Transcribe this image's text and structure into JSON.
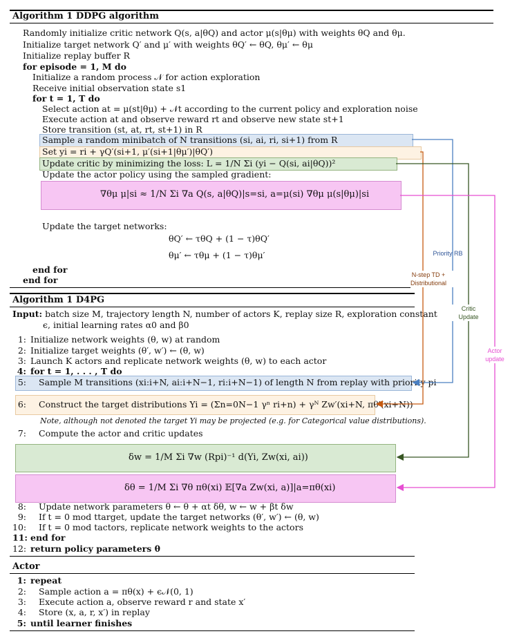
{
  "alg1": {
    "title": "Algorithm 1 DDPG algorithm",
    "lines": [
      "Randomly initialize critic network Q(s, a|θQ) and actor μ(s|θμ) with weights θQ and θμ.",
      "Initialize target network Q′ and μ′ with weights θQ′ ← θQ, θμ′ ← θμ",
      "Initialize replay buffer R",
      "for episode = 1, M do",
      "Initialize a random process 𝒩 for action exploration",
      "Receive initial observation state s1",
      "for t = 1, T do",
      "Select action at = μ(st|θμ) + 𝒩t according to the current policy and exploration noise",
      "Execute action at and observe reward rt and observe new state st+1",
      "Store transition (st, at, rt, st+1) in R",
      "Sample a random minibatch of N transitions (si, ai, ri, si+1) from R",
      "Set yi = ri + γQ′(si+1, μ′(si+1|θμ′)|θQ′)",
      "Update critic by minimizing the loss: L = 1/N Σi (yi − Q(si, ai|θQ))²",
      "Update the actor policy using the sampled gradient:",
      "∇θμ μ|si ≈ 1/N Σi ∇a Q(s, a|θQ)|s=si, a=μ(si) ∇θμ μ(s|θμ)|si",
      "Update the target networks:",
      "θQ′ ← τθQ + (1 − τ)θQ′",
      "θμ′ ← τθμ + (1 − τ)θμ′",
      "end for",
      "end for"
    ]
  },
  "alg2": {
    "title": "Algorithm 1 D4PG",
    "input_label": "Input:",
    "input_text_1": "batch size M, trajectory length N, number of actors K, replay size R, exploration constant",
    "input_text_2": "ϵ, initial learning rates α0 and β0",
    "lines": [
      {
        "n": "1:",
        "t": "Initialize network weights (θ, w) at random"
      },
      {
        "n": "2:",
        "t": "Initialize target weights (θ′, w′) ← (θ, w)"
      },
      {
        "n": "3:",
        "t": "Launch K actors and replicate network weights (θ, w) to each actor"
      },
      {
        "n": "4:",
        "t": "for t = 1, . . . , T do"
      },
      {
        "n": "5:",
        "t": "Sample M transitions (xi:i+N, ai:i+N−1, ri:i+N−1) of length N from replay with priority pi"
      },
      {
        "n": "6:",
        "t": "Construct the target distributions Yi = (Σn=0N−1 γⁿ ri+n) + γᴺ Zw′(xi+N, πθ′(xi+N))"
      },
      {
        "n": "",
        "t": "Note, although not denoted the target Yi may be projected (e.g. for Categorical value distributions)."
      },
      {
        "n": "7:",
        "t": "Compute the actor and critic updates"
      },
      {
        "n": "",
        "t": "δw = 1/M Σi ∇w (Rpi)⁻¹ d(Yi, Zw(xi, ai))"
      },
      {
        "n": "",
        "t": "δθ = 1/M Σi ∇θ πθ(xi) 𝔼[∇a Zw(xi, a)]|a=πθ(xi)"
      },
      {
        "n": "8:",
        "t": "Update network parameters θ ← θ + αt δθ, w ← w + βt δw"
      },
      {
        "n": "9:",
        "t": "If t = 0 mod ttarget, update the target networks (θ′, w′) ← (θ, w)"
      },
      {
        "n": "10:",
        "t": "If t = 0 mod tactors, replicate network weights to the actors"
      },
      {
        "n": "11:",
        "t": "end for"
      },
      {
        "n": "12:",
        "t": "return policy parameters θ"
      }
    ]
  },
  "actor": {
    "title": "Actor",
    "lines": [
      {
        "n": "1:",
        "t": "repeat"
      },
      {
        "n": "2:",
        "t": "Sample action a = πθ(x) + ϵ𝒩(0, 1)"
      },
      {
        "n": "3:",
        "t": "Execute action a, observe reward r and state x′"
      },
      {
        "n": "4:",
        "t": "Store (x, a, r, x′) in replay"
      },
      {
        "n": "5:",
        "t": "until learner finishes"
      }
    ]
  },
  "annotations": {
    "priority_rb": "Priority RB",
    "nstep_1": "N-step TD +",
    "nstep_2": "Distributional",
    "critic_1": "Critic",
    "critic_2": "Update",
    "actor_1": "Actor",
    "actor_2": "update"
  },
  "colors": {
    "blue_box": "#dbe6f3",
    "blue_line": "#4a7fc1",
    "peach_box": "#fdf2e3",
    "orange_line": "#c55a11",
    "green_box": "#d9ead3",
    "green_line": "#375623",
    "pink_box": "#f7c6f3",
    "pink_line": "#e64ed2"
  }
}
